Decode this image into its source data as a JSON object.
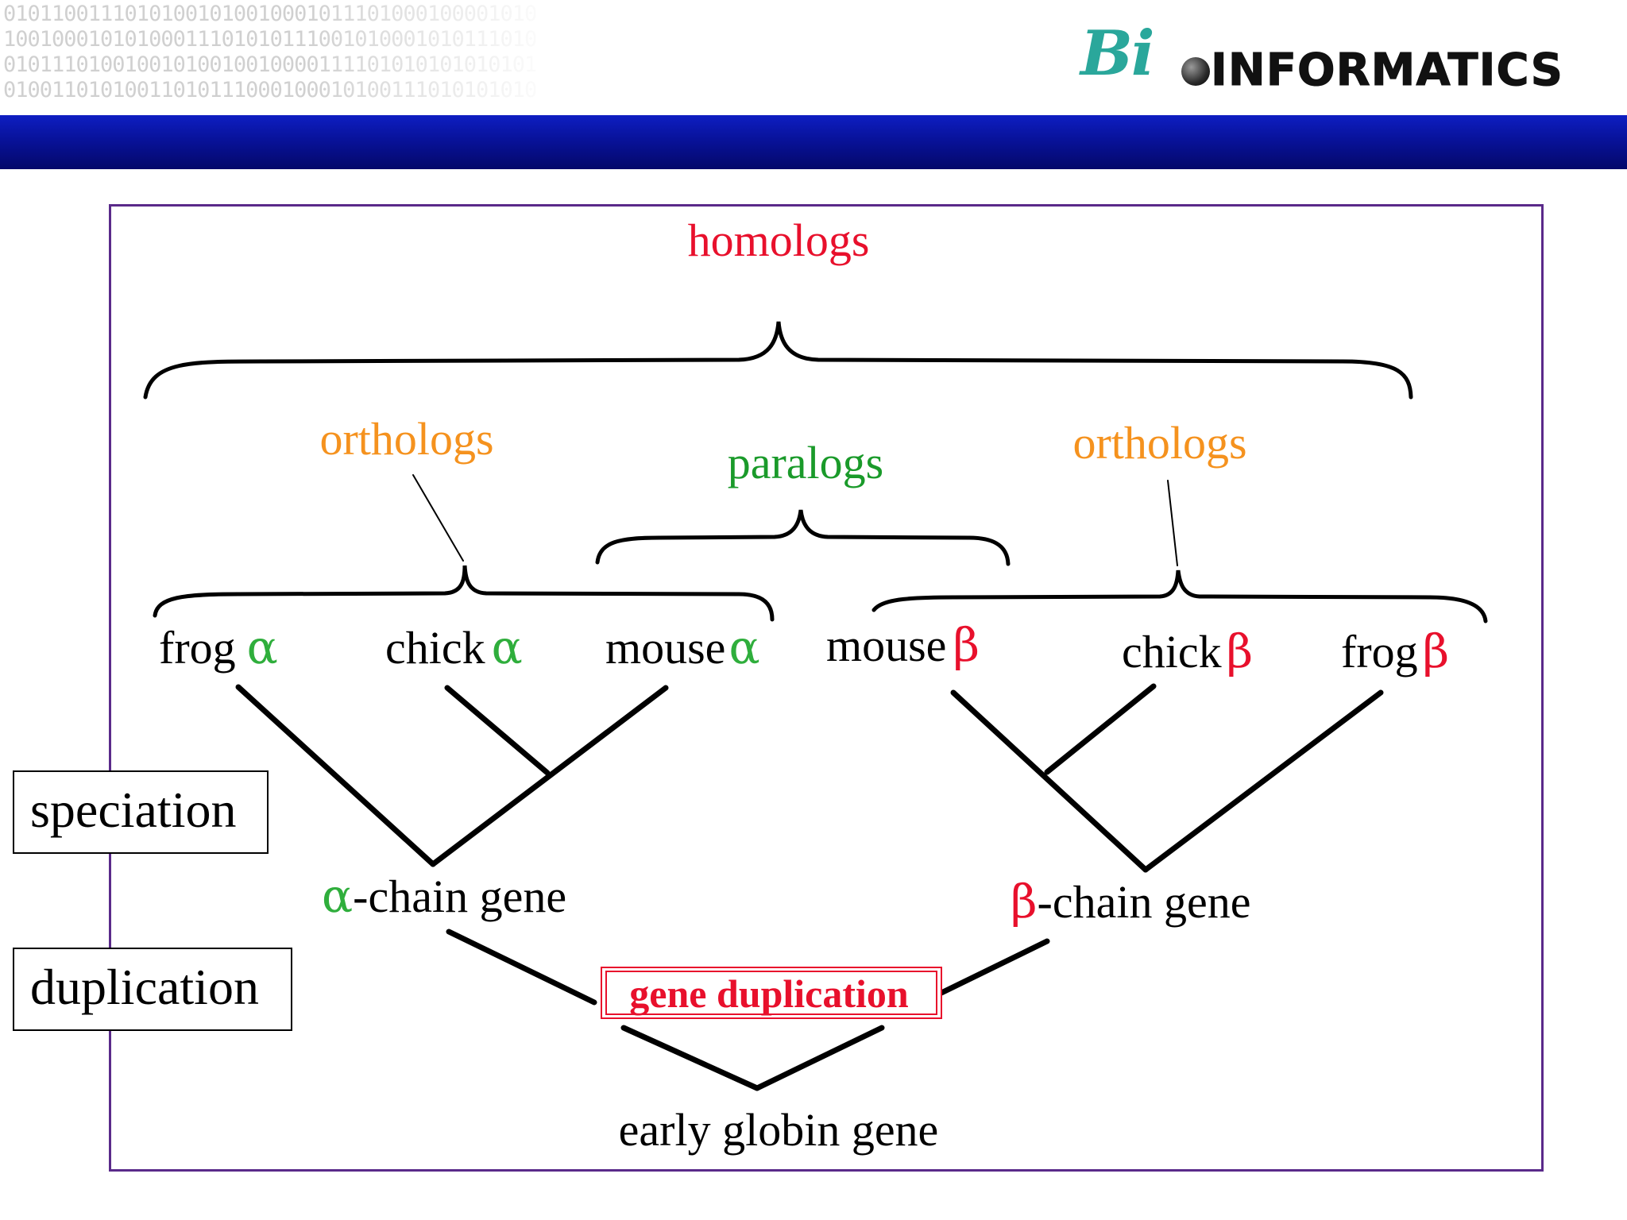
{
  "header": {
    "binary_rows": [
      "01011001110101001010010001011101000100001010",
      "10010001010100011101010111001010001010111010",
      "01011101001001010010010000111101010101010101",
      "01001101010011010111000100010100111010101010"
    ],
    "logo_script": "Bi",
    "logo_word": "INFORMATICS"
  },
  "diagram": {
    "homologs": "homologs",
    "orthologs_left": "orthologs",
    "orthologs_right": "orthologs",
    "paralogs": "paralogs",
    "leaves": [
      {
        "name": "frog",
        "greek": "α"
      },
      {
        "name": "chick",
        "greek": "α"
      },
      {
        "name": "mouse",
        "greek": "α"
      },
      {
        "name": "mouse",
        "greek": "β"
      },
      {
        "name": "chick",
        "greek": "β"
      },
      {
        "name": "frog",
        "greek": "β"
      }
    ],
    "alpha_gene": {
      "greek": "α",
      "text": "-chain gene"
    },
    "beta_gene": {
      "greek": "β",
      "text": "-chain gene"
    },
    "gene_duplication": "gene duplication",
    "early_globin": "early globin gene"
  },
  "side_labels": {
    "speciation": "speciation",
    "duplication": "duplication"
  },
  "colors": {
    "homologs": "#e8102c",
    "orthologs": "#f5921e",
    "paralogs": "#1a9a2a",
    "alpha": "#2fae3c",
    "beta": "#e8102c",
    "blue_bar": "#08129a",
    "frame": "#5a2a8a"
  }
}
